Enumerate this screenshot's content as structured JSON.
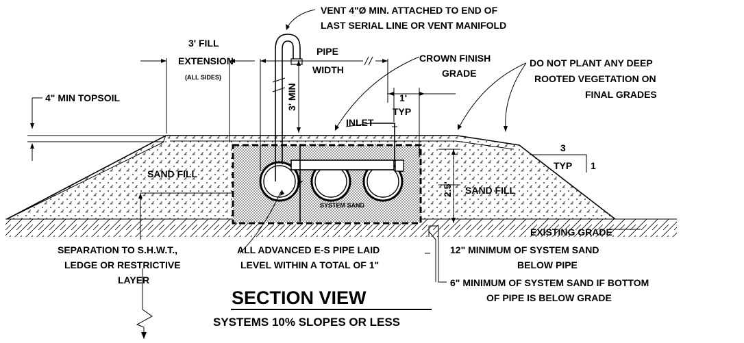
{
  "labels": {
    "vent_line1": "VENT 4\"Ø MIN. ATTACHED TO END OF",
    "vent_line2": "LAST SERIAL LINE OR VENT MANIFOLD",
    "fill_ext_line1": "3' FILL",
    "fill_ext_line2": "EXTENSION",
    "fill_ext_line3": "(ALL SIDES)",
    "pipe_width_line1": "PIPE",
    "pipe_width_line2": "WIDTH",
    "crown_line1": "CROWN FINISH",
    "crown_line2": "GRADE",
    "no_plant_line1": "DO NOT PLANT ANY DEEP",
    "no_plant_line2": "ROOTED VEGETATION ON",
    "no_plant_line3": "FINAL GRADES",
    "topsoil": "4\" MIN TOPSOIL",
    "three_min": "3' MIN",
    "one_typ_line1": "1'",
    "one_typ_line2": "TYP",
    "inlet": "INLET",
    "slope_run": "3",
    "slope_typ": "TYP",
    "slope_rise": "1",
    "sand_fill_left": "SAND FILL",
    "sand_fill_right": "SAND FILL",
    "two_five": "2.5'",
    "system_sand": "SYSTEM SAND",
    "existing_grade": "EXISTING GRADE",
    "sep_line1": "SEPARATION TO S.H.W.T.,",
    "sep_line2": "LEDGE OR RESTRICTIVE",
    "sep_line3": "LAYER",
    "level_line1": "ALL ADVANCED E-S PIPE LAID",
    "level_line2": "LEVEL WITHIN A TOTAL OF 1\"",
    "twelve_line1": "12\" MINIMUM OF SYSTEM SAND",
    "twelve_line2": "BELOW PIPE",
    "six_line1": "6\" MINIMUM OF SYSTEM SAND IF BOTTOM",
    "six_line2": "OF PIPE IS BELOW GRADE"
  },
  "title": "SECTION VIEW",
  "subtitle": "SYSTEMS 10% SLOPES OR LESS"
}
